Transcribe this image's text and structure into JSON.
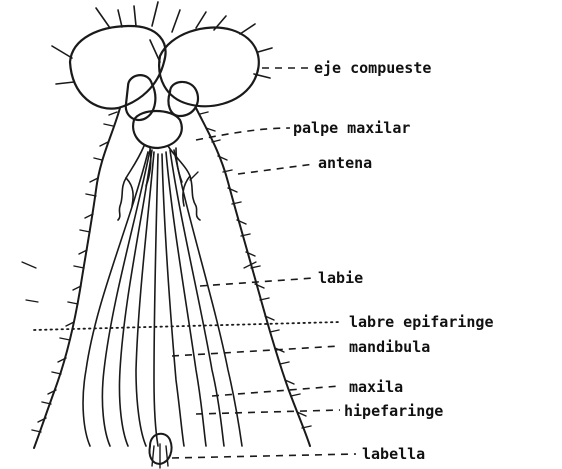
{
  "labels": {
    "ojo_compuesto": "eje compueste",
    "palpo_maxilar": "palpe maxilar",
    "antena": "antena",
    "labio": "labie",
    "labro_epifaringe": "labre epifaringe",
    "mandibula": "mandibula",
    "maxila": "maxila",
    "hipofaringe": "hipefaringe",
    "labella": "labella"
  },
  "colors": {
    "ink": "#1a1a1a",
    "background": "#ffffff"
  }
}
